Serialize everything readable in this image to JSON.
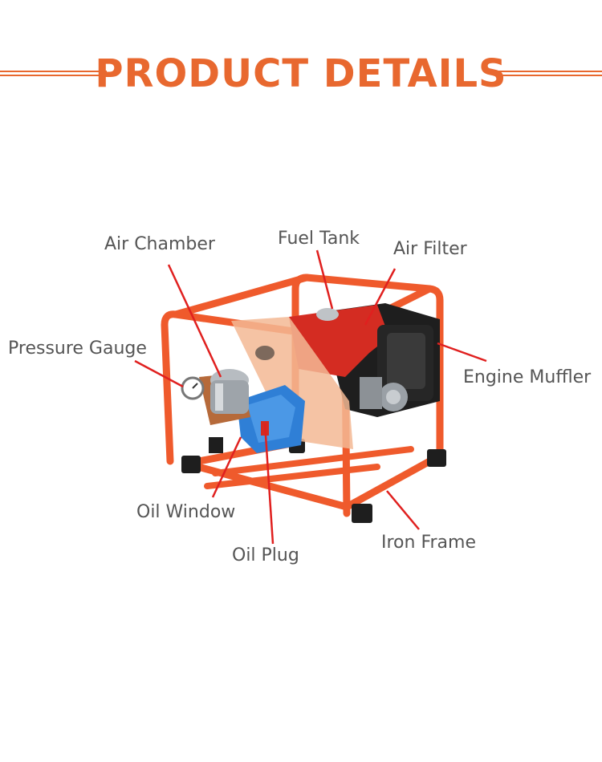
{
  "header": {
    "title": "PRODUCT DETAILS"
  },
  "labels": {
    "air_chamber": "Air Chamber",
    "fuel_tank": "Fuel Tank",
    "air_filter": "Air Filter",
    "pressure_gauge": "Pressure Gauge",
    "engine_muffler": "Engine Muffler",
    "oil_window": "Oil Window",
    "oil_plug": "Oil Plug",
    "iron_frame": "Iron Frame"
  },
  "colors": {
    "accent": "#e8682f",
    "frame": "#ef5a2c",
    "leader_line": "#e0201f",
    "label_text": "#555555",
    "pump_blue": "#2f7fd6",
    "engine_red": "#d42c22",
    "engine_black": "#1e1e1e"
  }
}
